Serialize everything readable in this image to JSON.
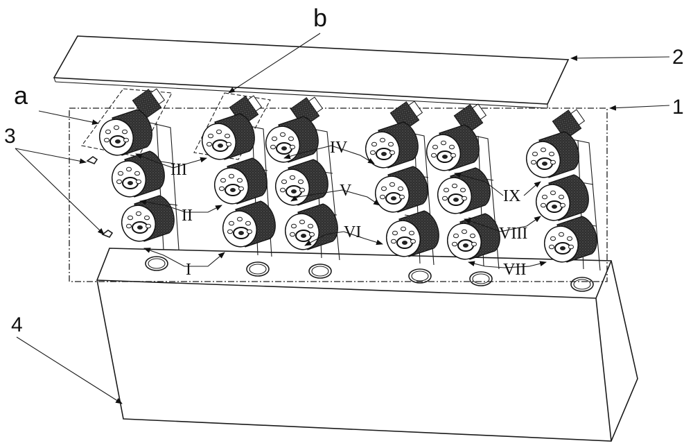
{
  "labels": {
    "a": "a",
    "b": "b",
    "n1": "1",
    "n2": "2",
    "n3": "3",
    "n4": "4"
  },
  "roller_labels": {
    "I": "I",
    "II": "II",
    "III": "III",
    "IV": "IV",
    "V": "V",
    "VI": "VI",
    "VII": "VII",
    "VIII": "VIII",
    "IX": "IX"
  },
  "colors": {
    "line": "#1a1a1a",
    "roller_body": "#3a3a3a",
    "roller_face": "#ffffff"
  }
}
